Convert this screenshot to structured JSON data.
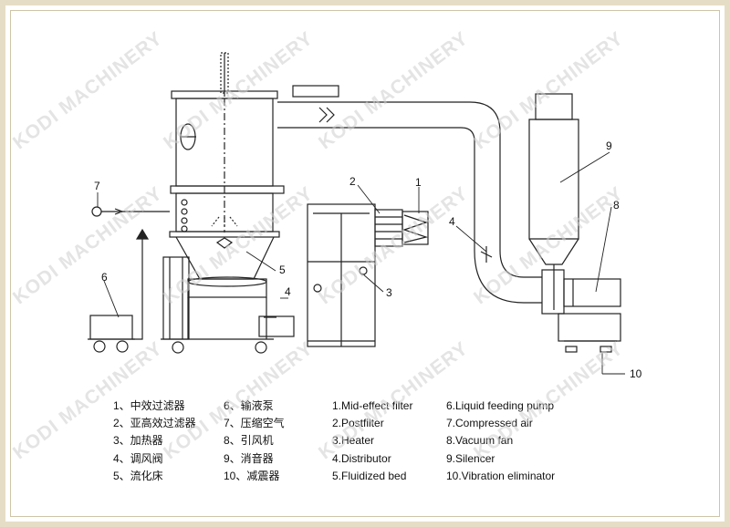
{
  "watermark": "KODI MACHINERY",
  "callouts": [
    "1",
    "2",
    "3",
    "4",
    "4",
    "5",
    "6",
    "7",
    "8",
    "9",
    "10"
  ],
  "legend_cn": [
    [
      "1、中效过滤器",
      "6、输液泵"
    ],
    [
      "2、亚高效过滤器",
      "7、压缩空气"
    ],
    [
      "3、加热器",
      "8、引风机"
    ],
    [
      "4、调风阀",
      "9、消音器"
    ],
    [
      "5、流化床",
      "10、减震器"
    ]
  ],
  "legend_en": [
    [
      "1.Mid-effect filter",
      "6.Liquid feeding pump"
    ],
    [
      "2.Postfilter",
      "7.Compressed air"
    ],
    [
      "3.Heater",
      "8.Vacuum fan"
    ],
    [
      "4.Distributor",
      "9.Silencer"
    ],
    [
      "5.Fluidized bed",
      "10.Vibration eliminator"
    ]
  ]
}
